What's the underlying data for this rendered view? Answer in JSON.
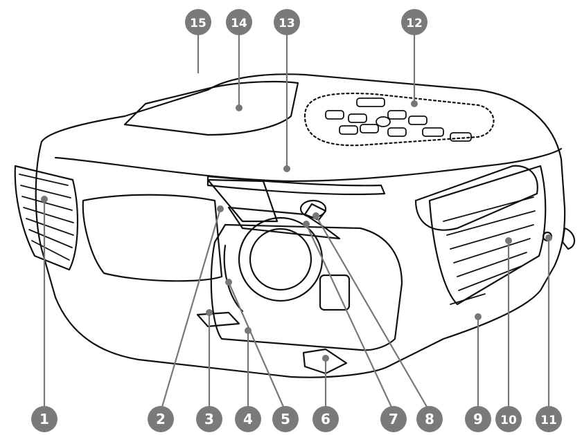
{
  "callouts": [
    {
      "label": "1"
    },
    {
      "label": "2"
    },
    {
      "label": "3"
    },
    {
      "label": "4"
    },
    {
      "label": "5"
    },
    {
      "label": "6"
    },
    {
      "label": "7"
    },
    {
      "label": "8"
    },
    {
      "label": "9"
    },
    {
      "label": "10"
    },
    {
      "label": "11"
    },
    {
      "label": "12"
    },
    {
      "label": "13"
    },
    {
      "label": "14"
    },
    {
      "label": "15"
    }
  ],
  "colors": {
    "outline": "#111111",
    "badge": "#7a7a7a",
    "lens_lines": "#222222",
    "background": "#ffffff"
  }
}
